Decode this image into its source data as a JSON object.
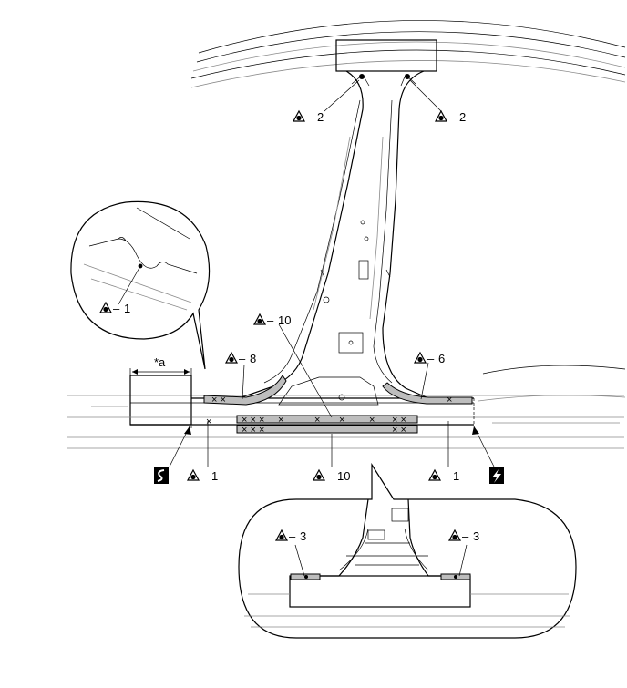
{
  "callouts": [
    {
      "key": "rs_left",
      "symbol": "resistance-spot-weld-icon",
      "text": "2"
    },
    {
      "key": "rs_right",
      "symbol": "resistance-spot-weld-icon",
      "text": "2"
    },
    {
      "key": "inset_1",
      "symbol": "resistance-spot-weld-icon",
      "text": "1"
    },
    {
      "key": "top_10",
      "symbol": "resistance-spot-weld-icon",
      "text": "10"
    },
    {
      "key": "left_8",
      "symbol": "resistance-spot-weld-icon",
      "text": "8"
    },
    {
      "key": "right_6",
      "symbol": "resistance-spot-weld-icon",
      "text": "6"
    },
    {
      "key": "bottom_1a",
      "symbol": "resistance-spot-weld-icon",
      "text": "1"
    },
    {
      "key": "bottom_10",
      "symbol": "resistance-spot-weld-icon",
      "text": "10"
    },
    {
      "key": "bottom_1b",
      "symbol": "resistance-spot-weld-icon",
      "text": "1"
    },
    {
      "key": "inset_3a",
      "symbol": "resistance-spot-weld-icon",
      "text": "3"
    },
    {
      "key": "inset_3b",
      "symbol": "resistance-spot-weld-icon",
      "text": "3"
    }
  ],
  "dimension_label": "*a",
  "legend_icons": {
    "left": "saw-cut-icon",
    "right": "welding-icon"
  },
  "colors": {
    "line": "#000000",
    "weld_band": "#bdbdbd",
    "background": "#ffffff"
  }
}
